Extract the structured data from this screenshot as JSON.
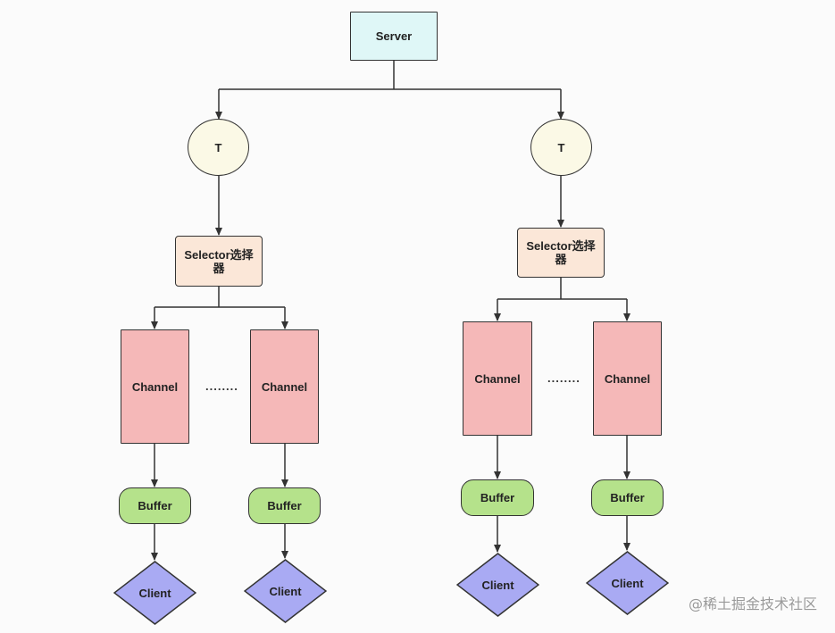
{
  "diagram": {
    "server": "Server",
    "left": {
      "thread": "T",
      "selector": "Selector选择器",
      "channels": [
        "Channel",
        "Channel"
      ],
      "ellipsis": "........",
      "buffers": [
        "Buffer",
        "Buffer"
      ],
      "clients": [
        "Client",
        "Client"
      ]
    },
    "right": {
      "thread": "T",
      "selector": "Selector选择器",
      "channels": [
        "Channel",
        "Channel"
      ],
      "ellipsis": "........",
      "buffers": [
        "Buffer",
        "Buffer"
      ],
      "clients": [
        "Client",
        "Client"
      ]
    }
  },
  "watermark": "@稀土掘金技术社区",
  "colors": {
    "server_fill": "#dff7f7",
    "thread_fill": "#fbf9e6",
    "selector_fill": "#fbe7d8",
    "channel_fill": "#f5b8b8",
    "buffer_fill": "#b5e28b",
    "client_fill": "#a9aaf3",
    "stroke": "#333333"
  }
}
